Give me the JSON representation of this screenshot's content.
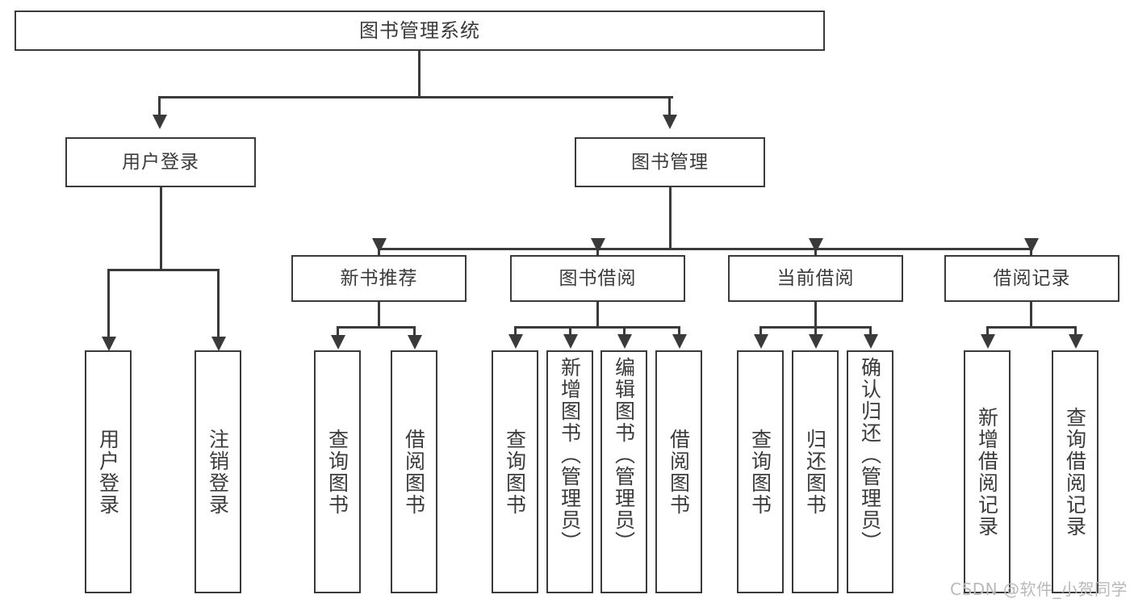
{
  "diagram": {
    "type": "tree-hierarchy-chart",
    "title": "图书管理系统",
    "orientation": "top-down",
    "line_color": "#3a3a3a",
    "box_fill": "#ffffff",
    "text_color": "#3b3b3b",
    "levels": 4,
    "root": {
      "label": "图书管理系统"
    },
    "level2": [
      {
        "label": "用户登录"
      },
      {
        "label": "图书管理"
      }
    ],
    "level3": [
      {
        "label": "新书推荐"
      },
      {
        "label": "图书借阅"
      },
      {
        "label": "当前借阅"
      },
      {
        "label": "借阅记录"
      }
    ],
    "leaves": {
      "user_login": [
        {
          "label": "用户登录"
        },
        {
          "label": "注销登录"
        }
      ],
      "new_book_recommend": [
        {
          "label": "查询图书"
        },
        {
          "label": "借阅图书"
        }
      ],
      "book_borrow": [
        {
          "label": "查询图书"
        },
        {
          "label": "新增图书（管理员）"
        },
        {
          "label": "编辑图书（管理员）"
        },
        {
          "label": "借阅图书"
        }
      ],
      "current_borrow": [
        {
          "label": "查询图书"
        },
        {
          "label": "归还图书"
        },
        {
          "label": "确认归还（管理员）"
        }
      ],
      "borrow_record": [
        {
          "label": "新增借阅记录"
        },
        {
          "label": "查询借阅记录"
        }
      ]
    }
  },
  "watermark": {
    "text": "CSDN @软件_小贺同学"
  }
}
